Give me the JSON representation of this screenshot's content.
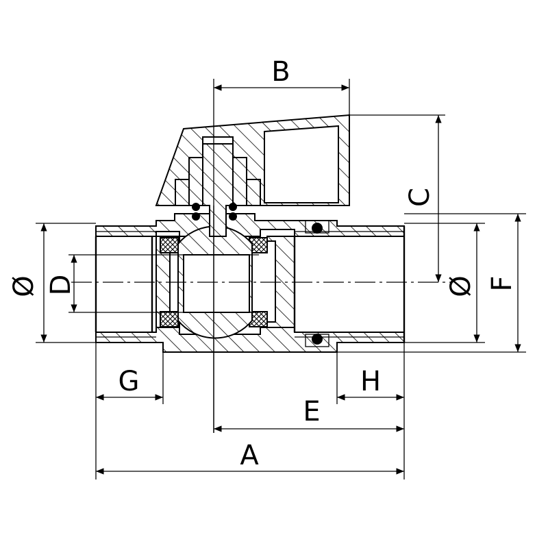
{
  "labels": {
    "A": "A",
    "B": "B",
    "C": "C",
    "D": "D",
    "E": "E",
    "F": "F",
    "G": "G",
    "H": "H",
    "dia_left": "Ø",
    "dia_right": "Ø"
  },
  "colors": {
    "line": "#000000",
    "background": "#ffffff"
  }
}
